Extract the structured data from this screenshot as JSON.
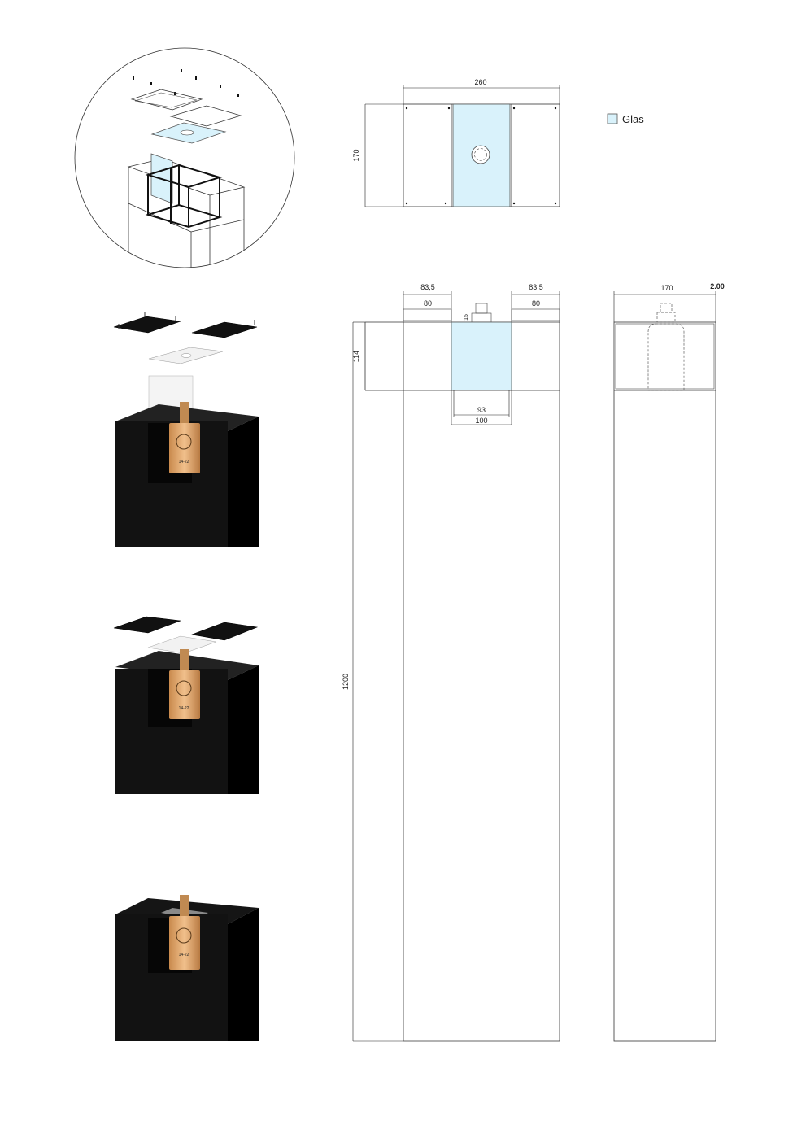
{
  "legend": {
    "label": "Glas",
    "swatch_color": "#d9f2fb"
  },
  "dimensions": {
    "top_width": "260",
    "top_height": "170",
    "left_width": "83,5",
    "right_width": "83,5",
    "left_inner": "80",
    "right_inner": "80",
    "cap_height": "15",
    "glass_height": "114",
    "window_inner": "93",
    "window_outer": "100",
    "total_height": "1200",
    "side_width": "170",
    "side_thickness": "2.00"
  },
  "bottle_label": "14-22",
  "colors": {
    "body": "#111111",
    "bottle": "#e0a56a",
    "glass": "#d9f2fb",
    "line": "#333333"
  }
}
